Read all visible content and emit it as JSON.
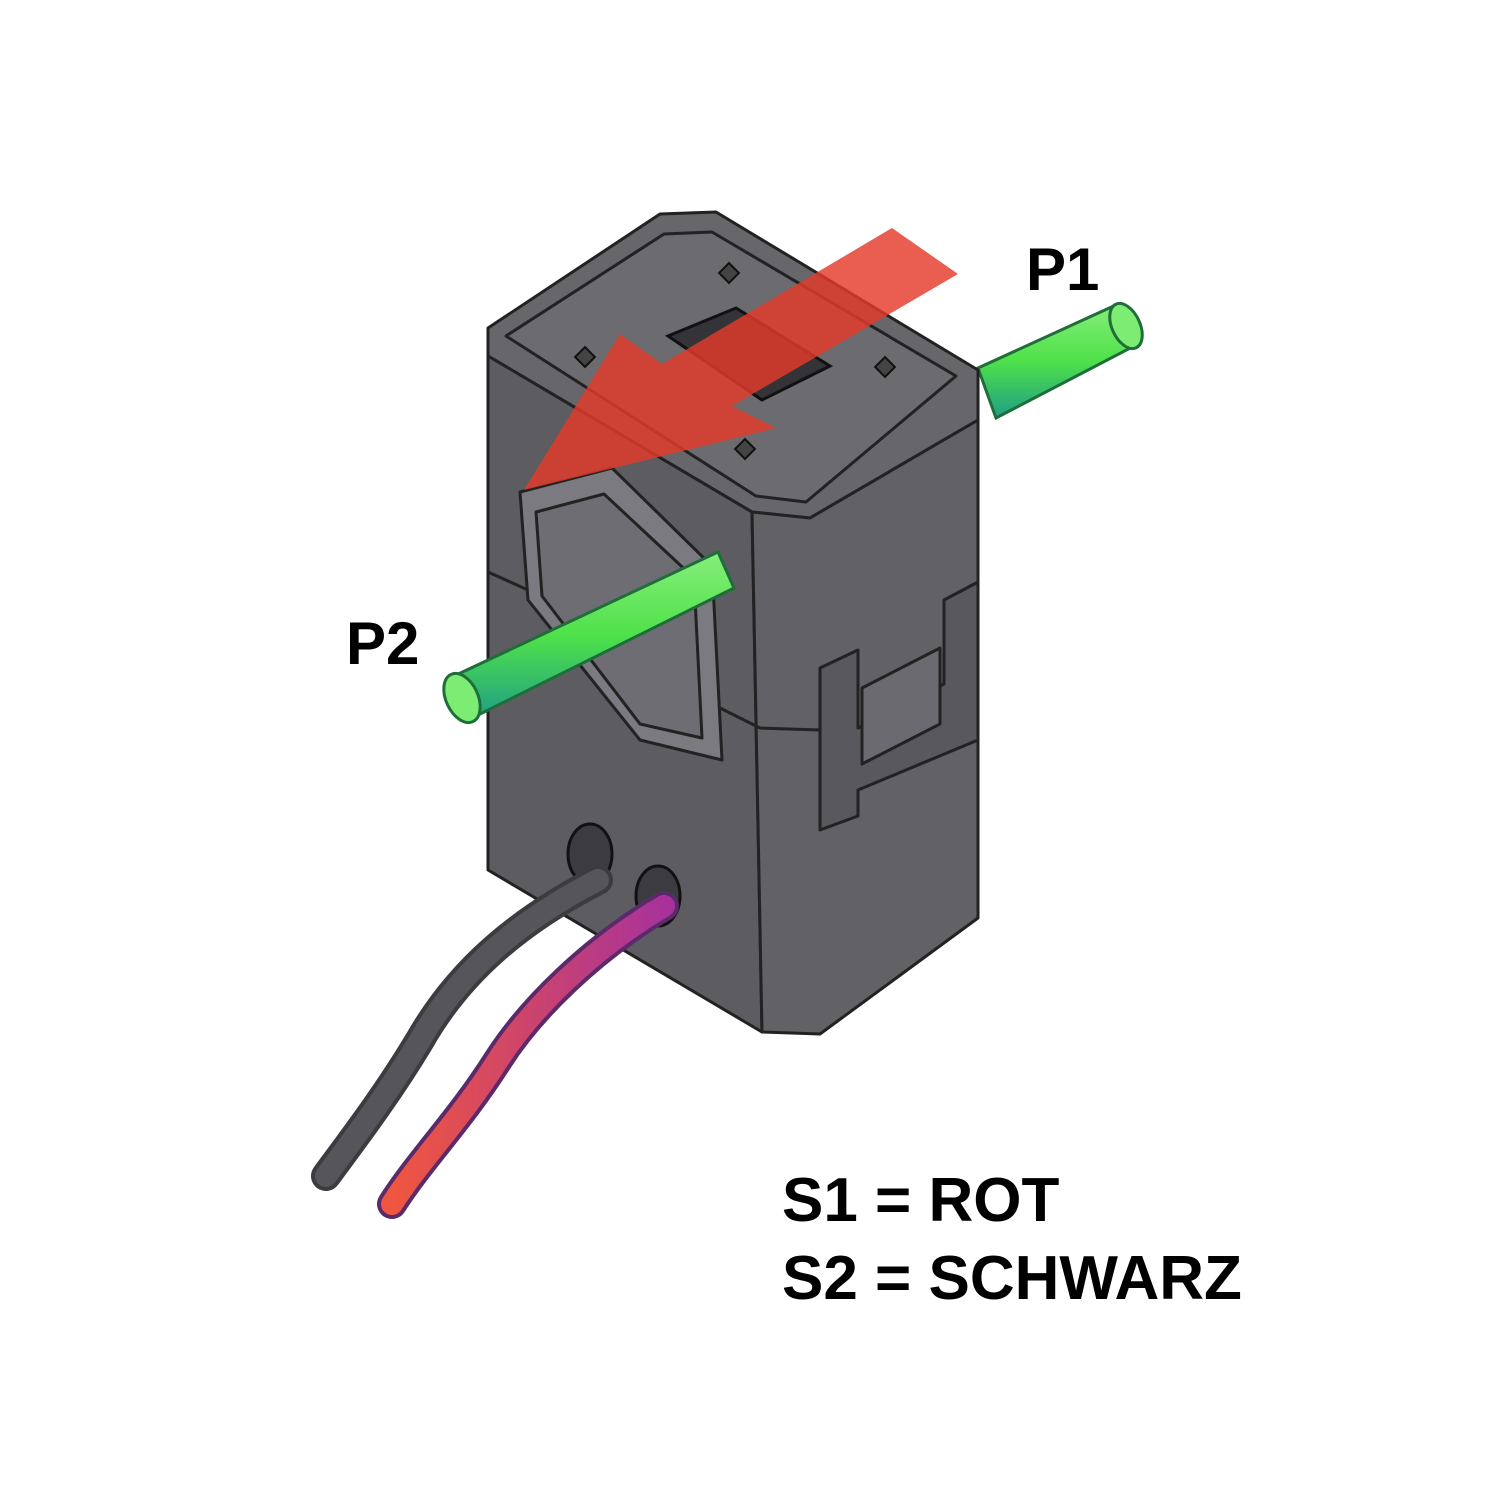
{
  "labels": {
    "p1": "P1",
    "p2": "P2"
  },
  "legend": {
    "s1": "S1 = ROT",
    "s2": "S2 = SCHWARZ"
  },
  "colors": {
    "housing": "#5f5f63",
    "conductor": "#4ee04e",
    "arrow": "#e53a2b",
    "wire_red": "#e8533c",
    "wire_black": "#55555a"
  }
}
